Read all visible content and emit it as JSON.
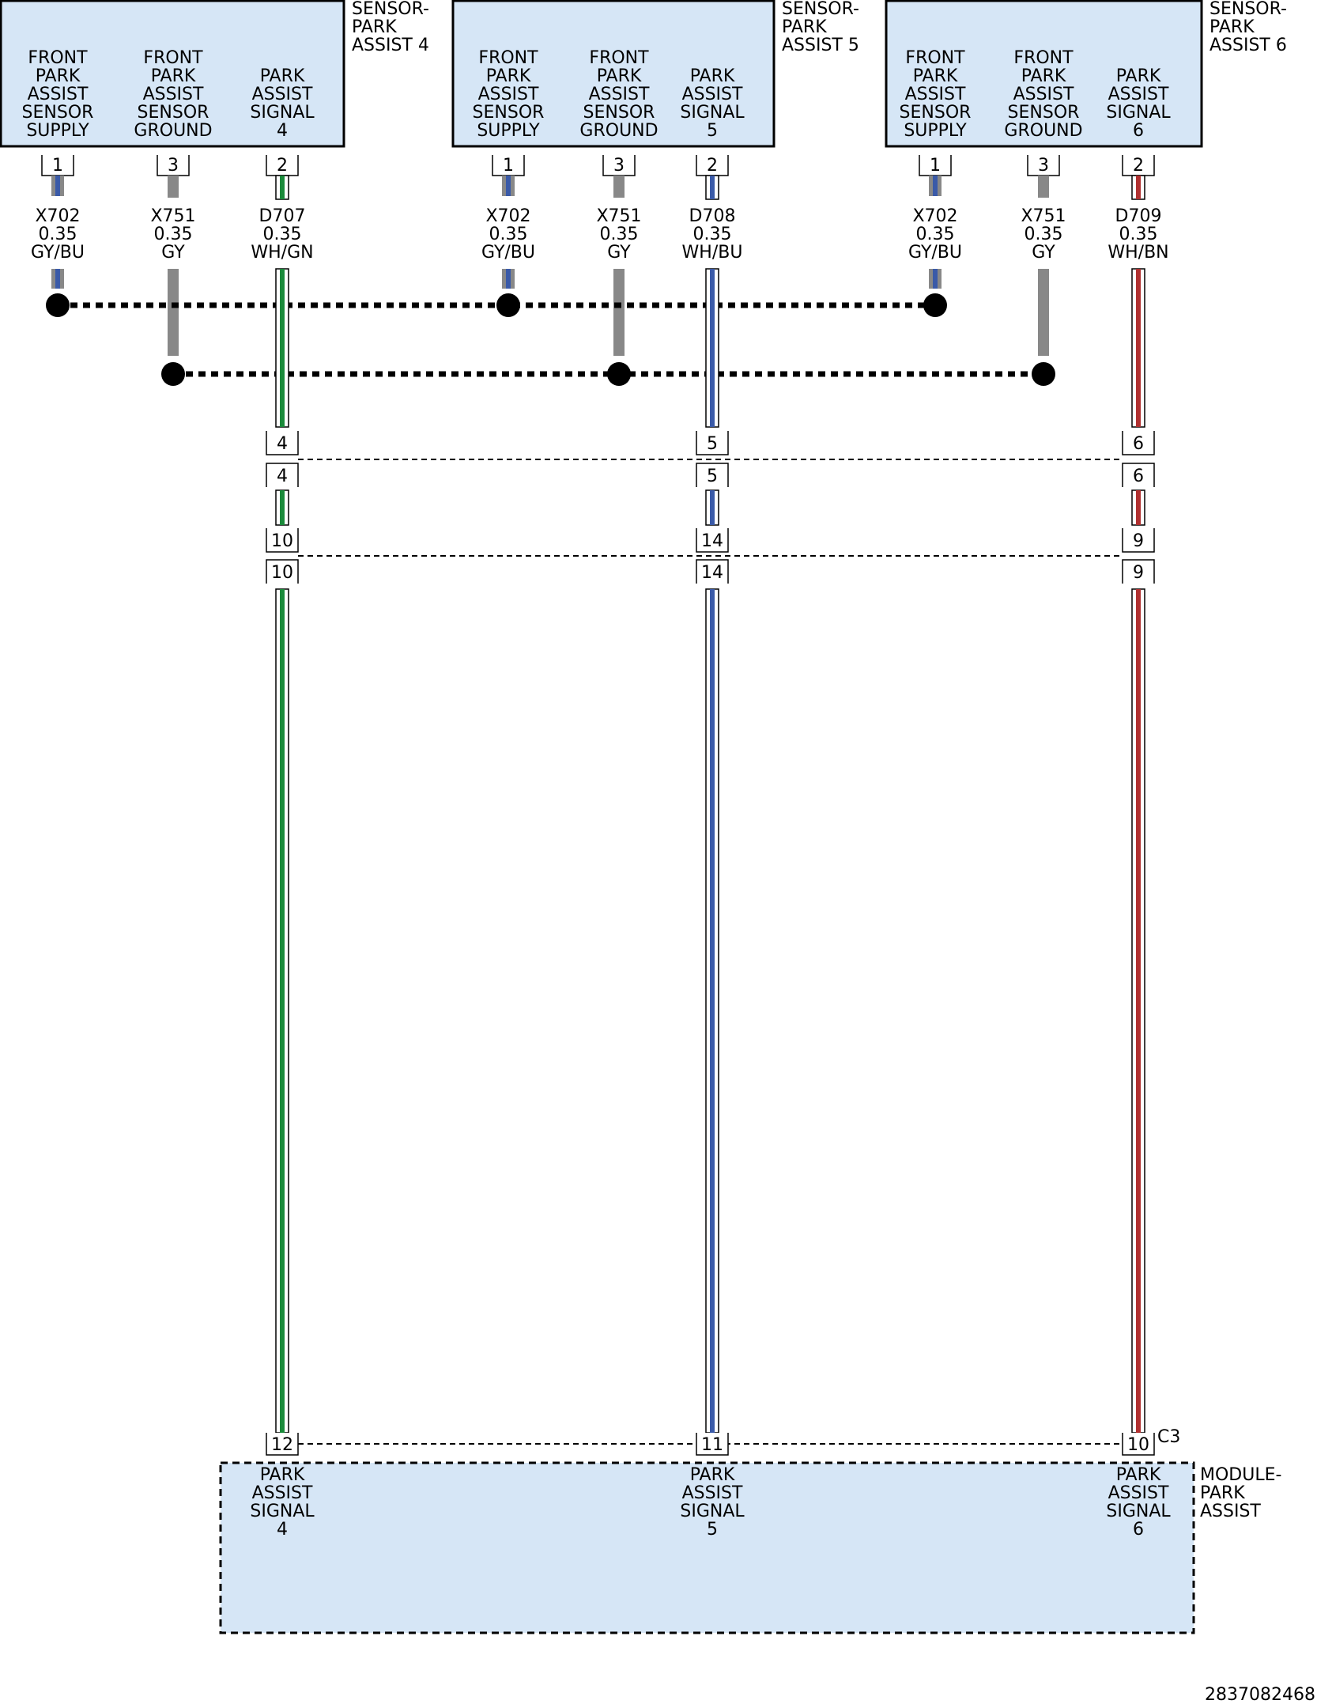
{
  "sensors": [
    {
      "name": [
        "SENSOR-",
        "PARK",
        "ASSIST 4"
      ],
      "functions": [
        {
          "label": [
            "FRONT",
            "PARK",
            "ASSIST",
            "SENSOR",
            "SUPPLY"
          ],
          "pin": "1"
        },
        {
          "label": [
            "FRONT",
            "PARK",
            "ASSIST",
            "SENSOR",
            "GROUND"
          ],
          "pin": "3"
        },
        {
          "label": [
            "PARK",
            "ASSIST",
            "SIGNAL",
            "4"
          ],
          "pin": "2"
        }
      ],
      "wires": [
        {
          "circuit": "X702",
          "gauge": "0.35",
          "color": "GY/BU"
        },
        {
          "circuit": "X751",
          "gauge": "0.35",
          "color": "GY"
        },
        {
          "circuit": "D707",
          "gauge": "0.35",
          "color": "WH/GN"
        }
      ]
    },
    {
      "name": [
        "SENSOR-",
        "PARK",
        "ASSIST 5"
      ],
      "functions": [
        {
          "label": [
            "FRONT",
            "PARK",
            "ASSIST",
            "SENSOR",
            "SUPPLY"
          ],
          "pin": "1"
        },
        {
          "label": [
            "FRONT",
            "PARK",
            "ASSIST",
            "SENSOR",
            "GROUND"
          ],
          "pin": "3"
        },
        {
          "label": [
            "PARK",
            "ASSIST",
            "SIGNAL",
            "5"
          ],
          "pin": "2"
        }
      ],
      "wires": [
        {
          "circuit": "X702",
          "gauge": "0.35",
          "color": "GY/BU"
        },
        {
          "circuit": "X751",
          "gauge": "0.35",
          "color": "GY"
        },
        {
          "circuit": "D708",
          "gauge": "0.35",
          "color": "WH/BU"
        }
      ]
    },
    {
      "name": [
        "SENSOR-",
        "PARK",
        "ASSIST 6"
      ],
      "functions": [
        {
          "label": [
            "FRONT",
            "PARK",
            "ASSIST",
            "SENSOR",
            "SUPPLY"
          ],
          "pin": "1"
        },
        {
          "label": [
            "FRONT",
            "PARK",
            "ASSIST",
            "SENSOR",
            "GROUND"
          ],
          "pin": "3"
        },
        {
          "label": [
            "PARK",
            "ASSIST",
            "SIGNAL",
            "6"
          ],
          "pin": "2"
        }
      ],
      "wires": [
        {
          "circuit": "X702",
          "gauge": "0.35",
          "color": "GY/BU"
        },
        {
          "circuit": "X751",
          "gauge": "0.35",
          "color": "GY"
        },
        {
          "circuit": "D709",
          "gauge": "0.35",
          "color": "WH/BN"
        }
      ]
    }
  ],
  "inline_connectors": [
    {
      "pins": [
        "4",
        "5",
        "6"
      ]
    },
    {
      "pins": [
        "4",
        "5",
        "6"
      ]
    },
    {
      "pins": [
        "10",
        "14",
        "9"
      ]
    },
    {
      "pins": [
        "10",
        "14",
        "9"
      ]
    }
  ],
  "module": {
    "name": [
      "MODULE-",
      "PARK",
      "ASSIST"
    ],
    "connector": "C3",
    "pins": [
      "12",
      "11",
      "10"
    ],
    "signals": [
      [
        "PARK",
        "ASSIST",
        "SIGNAL",
        "4"
      ],
      [
        "PARK",
        "ASSIST",
        "SIGNAL",
        "5"
      ],
      [
        "PARK",
        "ASSIST",
        "SIGNAL",
        "6"
      ]
    ]
  },
  "colors": {
    "box_fill": "#d6e6f6",
    "gray": "#888888",
    "blue": "#3a5aa8",
    "green": "#1a8a3a",
    "red": "#b03030"
  },
  "stripe_colors": [
    "blue",
    "gray",
    "green",
    "blue",
    "gray",
    "blue",
    "blue",
    "gray",
    "red"
  ],
  "diagram_code": "2837082468"
}
